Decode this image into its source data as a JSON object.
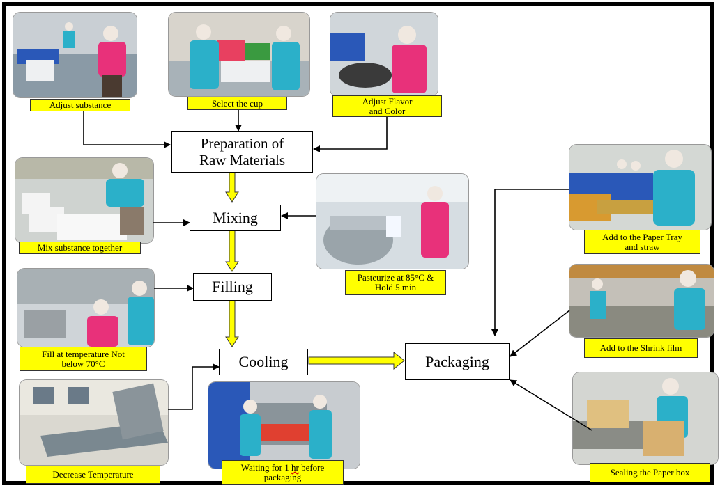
{
  "steps": {
    "preparation": "Preparation of\nRaw Materials",
    "mixing": "Mixing",
    "filling": "Filling",
    "cooling": "Cooling",
    "packaging": "Packaging"
  },
  "captions": {
    "adjust_substance": "Adjust substance",
    "select_cup": "Select the cup",
    "adjust_flavor": "Adjust Flavor\nand Color",
    "mix_substance": "Mix substance together",
    "pasteurize": "Pasteurize at 85°C &\nHold 5 min",
    "fill_temperature": "Fill  at temperature Not\nbelow 70°C",
    "decrease_temperature": "Decrease Temperature",
    "waiting_pre": "Waiting for 1 ",
    "waiting_hr": "hr",
    "waiting_post": " before\npackaging",
    "paper_tray": "Add to the Paper Tray\nand straw",
    "shrink_film": "Add to the Shrink film",
    "sealing": "Sealing the Paper box"
  },
  "colors": {
    "caption_fill": "#ffff00",
    "flow_arrow_fill": "#ffff00",
    "worker_shirt": "#2bb0c9",
    "worker_pink": "#e8317a"
  },
  "photos": [
    "photo-adjust-substance",
    "photo-select-cup",
    "photo-adjust-flavor",
    "photo-mix-substance",
    "photo-pasteurize",
    "photo-fill",
    "photo-decrease-temperature",
    "photo-waiting",
    "photo-paper-tray",
    "photo-shrink-film",
    "photo-sealing"
  ]
}
